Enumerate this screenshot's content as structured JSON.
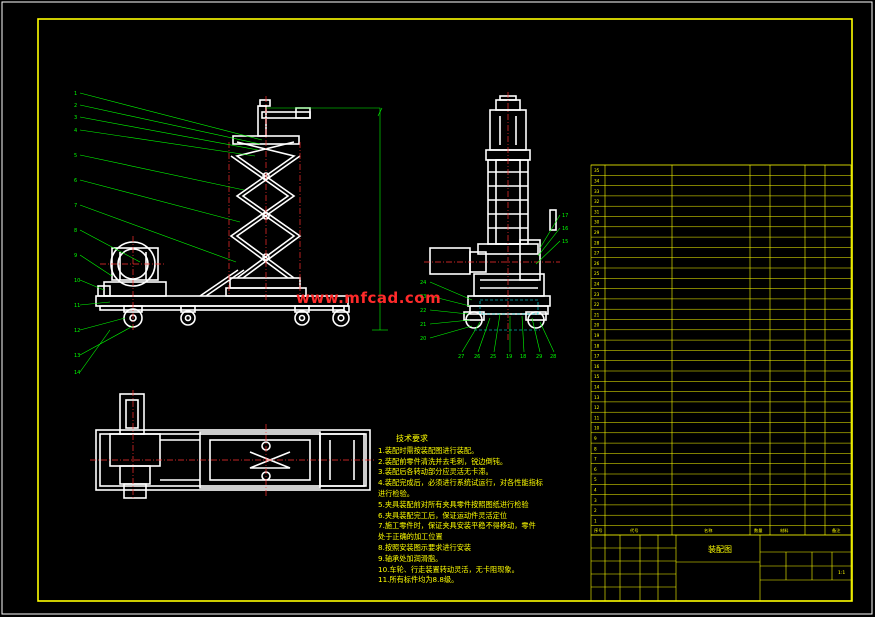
{
  "watermark": "www.mfcad.com",
  "notes": {
    "title": "技术要求",
    "lines": [
      "1.装配时需按装配图进行装配。",
      "2.装配前零件清洗并去毛刺，锐边倒钝。",
      "3.装配后各转动部分应灵活无卡滞。",
      "4.装配完成后，必须进行系统试运行，对各性能指标",
      "进行检验。",
      "5.夹具装配前对所有夹具零件按照图纸进行检验",
      "6.夹具装配完工后，保证运动件灵活定位",
      "7.施工零件时，保证夹具安装平稳不得移动，零件",
      "处于正确的加工位置",
      "8.按照安装图示要求进行安装",
      "9.轴承处加润滑脂。",
      "10.车轮、行走装置转动灵活，无卡阻现象。",
      "11.所有标件均为8.8级。"
    ]
  },
  "bom": {
    "numbers": [
      "35",
      "34",
      "33",
      "32",
      "31",
      "30",
      "29",
      "28",
      "27",
      "26",
      "25",
      "24",
      "23",
      "22",
      "21",
      "20",
      "19",
      "18",
      "17",
      "16",
      "15",
      "14",
      "13",
      "12",
      "11",
      "10",
      "9",
      "8",
      "7",
      "6",
      "5",
      "4",
      "3",
      "2",
      "1"
    ],
    "header": [
      "序号",
      "代号",
      "名称",
      "数量",
      "材料",
      "备注"
    ]
  },
  "title_block": {
    "drawing_name": "装配图",
    "scale": "1:1"
  },
  "colors": {
    "background": "#000000",
    "frame": "#ffff00",
    "part": "#ffffff",
    "leader": "#00ff00",
    "centerline": "#ff3030",
    "hidden": "#00ffff"
  }
}
